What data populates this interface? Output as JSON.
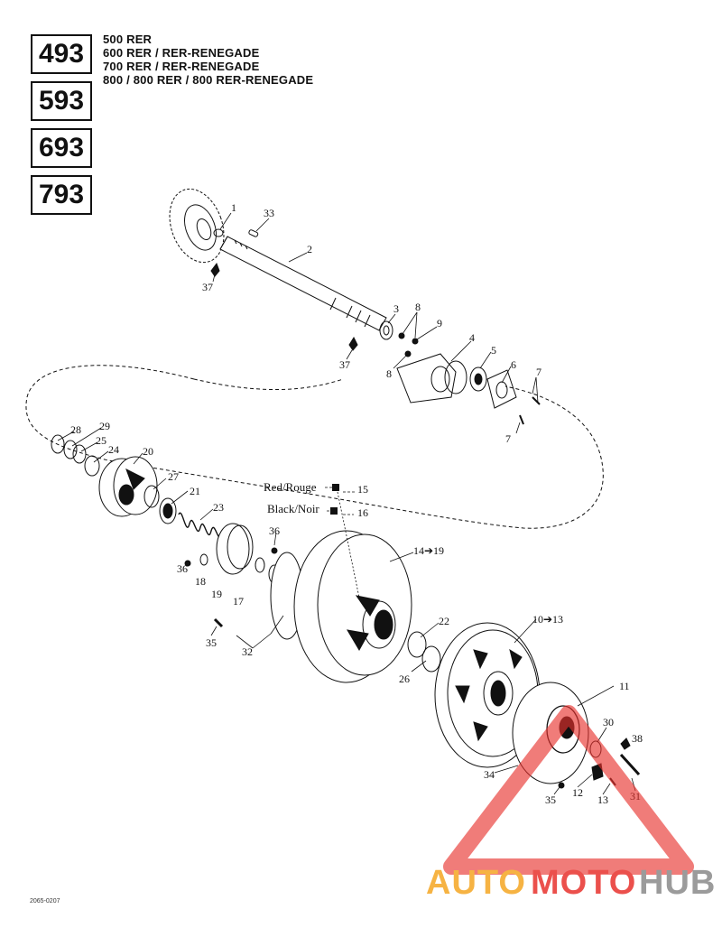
{
  "models": [
    "493",
    "593",
    "693",
    "793"
  ],
  "model_lines": [
    "500 RER",
    "600 RER / RER-RENEGADE",
    "700 RER / RER-RENEGADE",
    "800 / 800 RER / 800 RER-RENEGADE"
  ],
  "legend": {
    "red_label": "Red/Rouge",
    "red_ref": "15",
    "black_label": "Black/Noir",
    "black_ref": "16"
  },
  "callouts": {
    "c1": "1",
    "c33": "33",
    "c2": "2",
    "c37a": "37",
    "c37b": "37",
    "c3": "3",
    "c8a": "8",
    "c9": "9",
    "c8b": "8",
    "c4": "4",
    "c5": "5",
    "c6": "6",
    "c7a": "7",
    "c7b": "7",
    "c28": "28",
    "c29": "29",
    "c25": "25",
    "c24": "24",
    "c20": "20",
    "c27": "27",
    "c21": "21",
    "c23": "23",
    "c36a": "36",
    "c36b": "36",
    "c18": "18",
    "c19": "19",
    "c17": "17",
    "c14": "14➔19",
    "c35a": "35",
    "c32": "32",
    "c22": "22",
    "c26": "26",
    "c10": "10➔13",
    "c11": "11",
    "c30": "30",
    "c38": "38",
    "c34": "34",
    "c35b": "35",
    "c12": "12",
    "c13": "13",
    "c31": "31"
  },
  "watermark": {
    "part1": "AUTO",
    "part2": "MOTO",
    "part3": "HUB"
  },
  "doc_code": "2065-0207",
  "colors": {
    "ink": "#111111",
    "watermark_orange": "#f5a623",
    "watermark_red": "#e8322d",
    "watermark_gray": "#8a8a8a"
  }
}
